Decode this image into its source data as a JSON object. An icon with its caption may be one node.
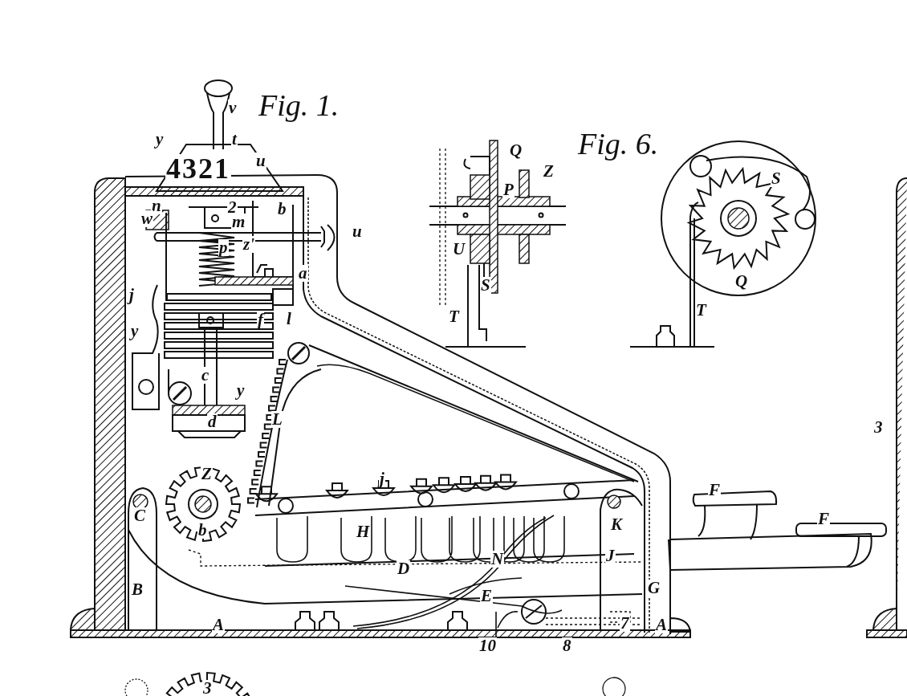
{
  "diagram": {
    "title": "Fig. 1.",
    "labels": [
      "v",
      "y",
      "t",
      "u",
      "4321",
      "Fig. 6.",
      "Q",
      "Z",
      "P",
      "S",
      "n",
      "2",
      "b",
      "w",
      "m",
      "u",
      "z'",
      "p",
      "U",
      "S",
      "a",
      "j",
      "l",
      "Q",
      "T",
      "T",
      "y",
      "f",
      "c",
      "y",
      "d",
      "L",
      "3",
      "Z",
      "j",
      "F",
      "C",
      "K",
      "b",
      "F",
      "H",
      "J",
      "D",
      "N",
      "B",
      "E",
      "G",
      "A",
      "7",
      "A",
      "10",
      "8",
      "3"
    ]
  }
}
